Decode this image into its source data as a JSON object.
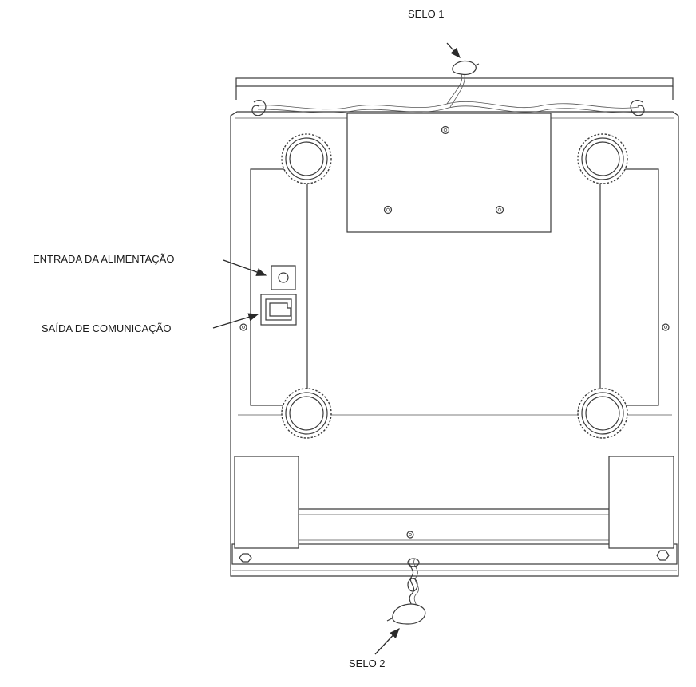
{
  "labels": {
    "seal_top": "SELO 1",
    "seal_bottom": "SELO 2",
    "power_input": "ENTRADA DA ALIMENTAÇÃO",
    "comm_output": "SAÍDA DE COMUNICAÇÃO"
  },
  "colors": {
    "line": "#3a3a3a",
    "background": "#ffffff"
  }
}
